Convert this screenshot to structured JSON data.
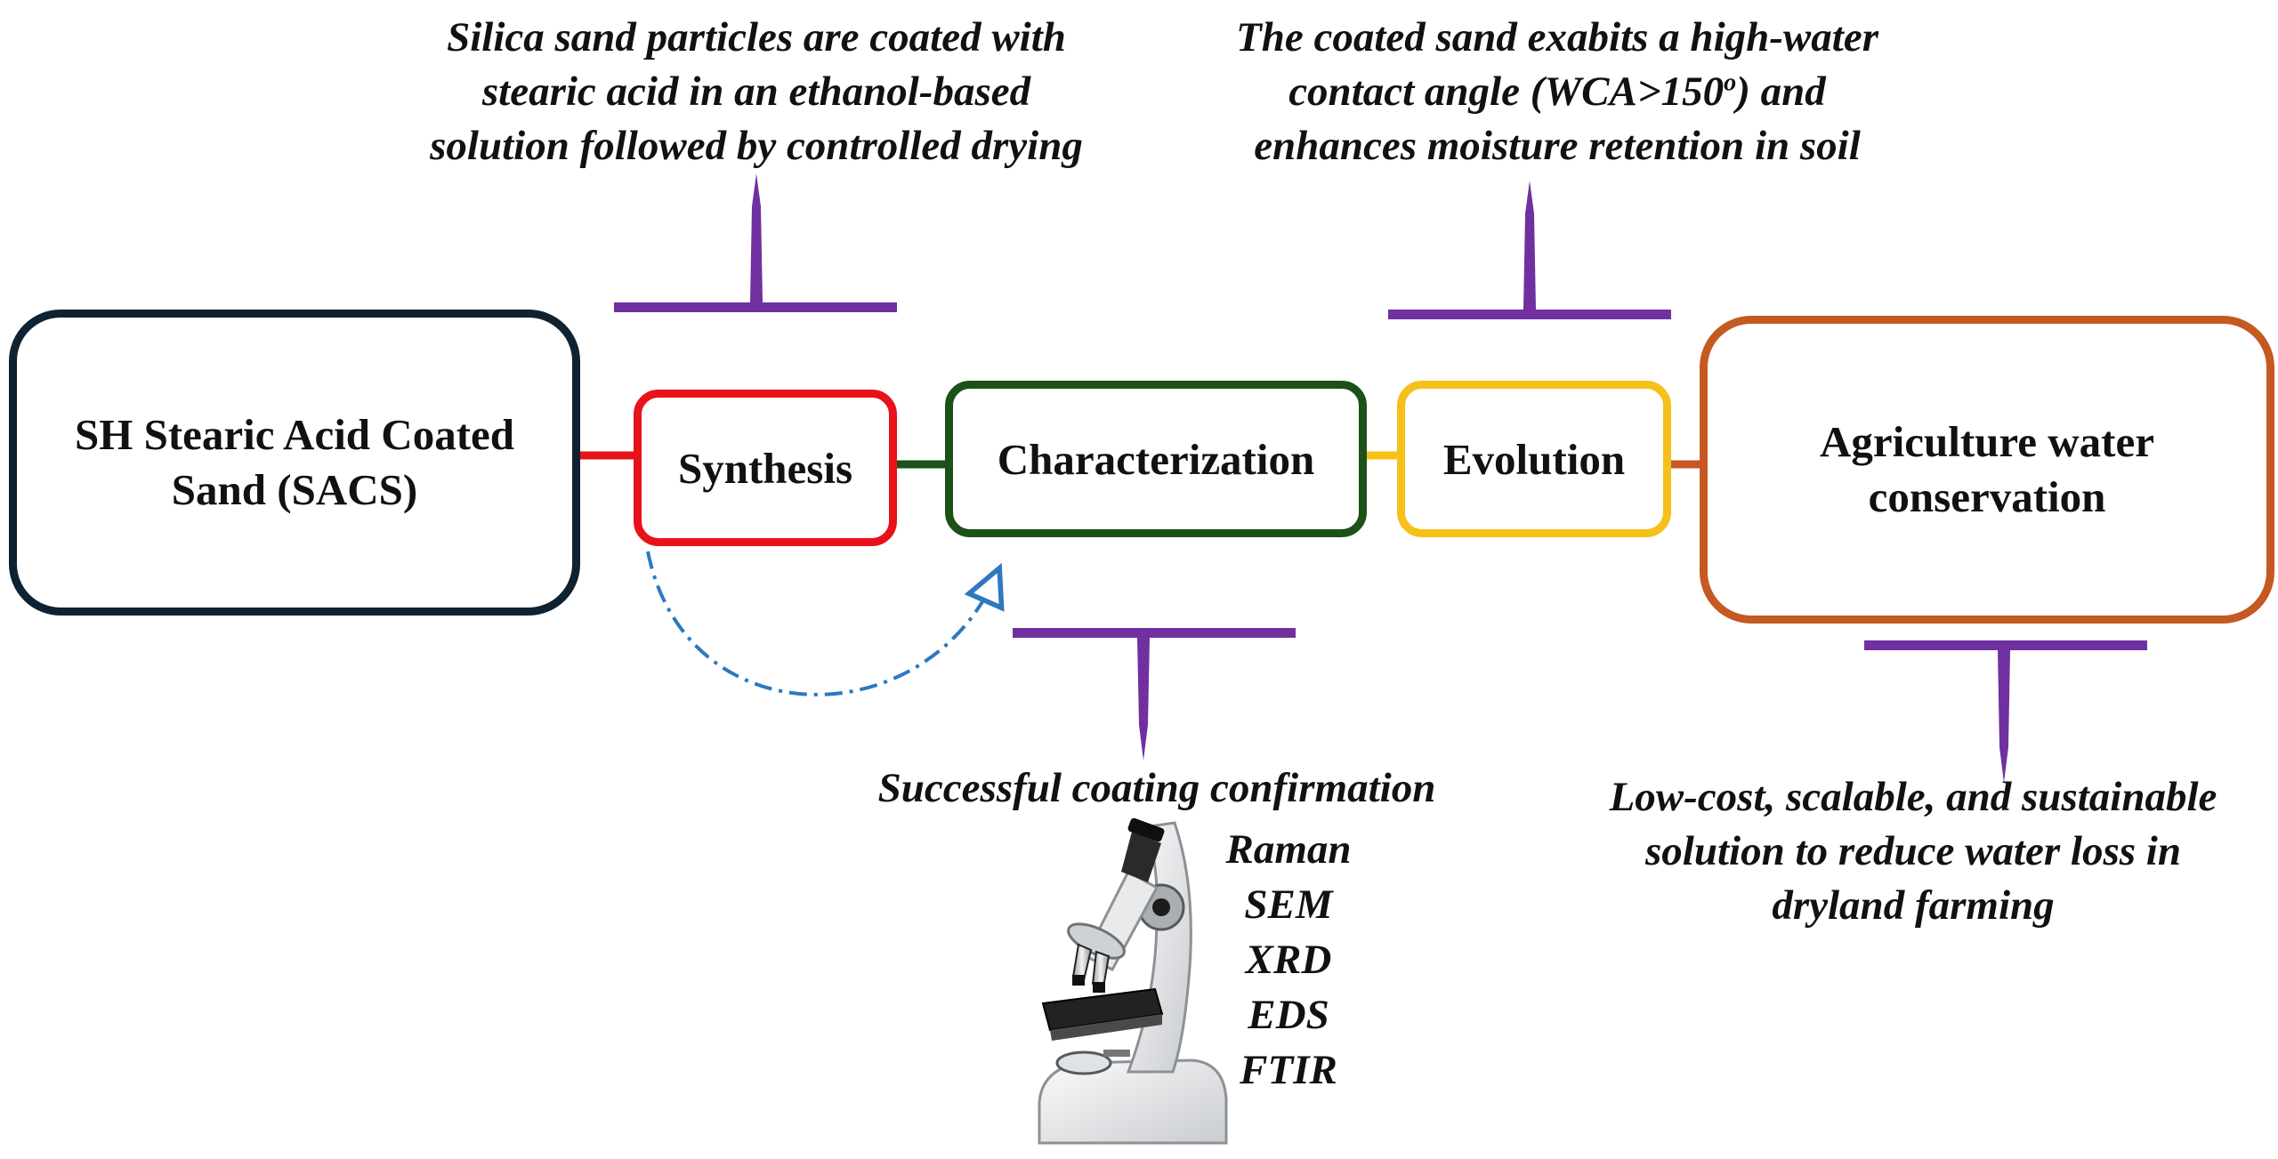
{
  "colors": {
    "navy": "#0e2232",
    "red": "#e8121a",
    "green": "#1b5218",
    "gold": "#f6c01a",
    "orange": "#c45a22",
    "purple": "#7030a0",
    "blue_dashed": "#2e78c0"
  },
  "boxes": {
    "sacs": "SH Stearic Acid Coated Sand (SACS)",
    "synthesis": "Synthesis",
    "characterization": "Characterization",
    "evolution": "Evolution",
    "agriculture": "Agriculture water conservation"
  },
  "notes": {
    "synthesis_lines": [
      "Silica sand particles are coated with",
      "stearic acid in an ethanol-based",
      "solution followed by controlled drying"
    ],
    "evolution_line1": "The coated sand exabits a high-water",
    "evolution_line2_prefix": "contact angle (WCA>150",
    "evolution_line2_sup": "o",
    "evolution_line2_suffix": ") and",
    "evolution_line3": "enhances moisture retention in soil",
    "characterization_title": "Successful coating confirmation",
    "agriculture_lines": [
      "Low-cost, scalable, and sustainable",
      "solution to reduce water loss in",
      "dryland farming"
    ]
  },
  "techniques": [
    "Raman",
    "SEM",
    "XRD",
    "EDS",
    "FTIR"
  ],
  "icons": {
    "microscope": "microscope-icon"
  }
}
